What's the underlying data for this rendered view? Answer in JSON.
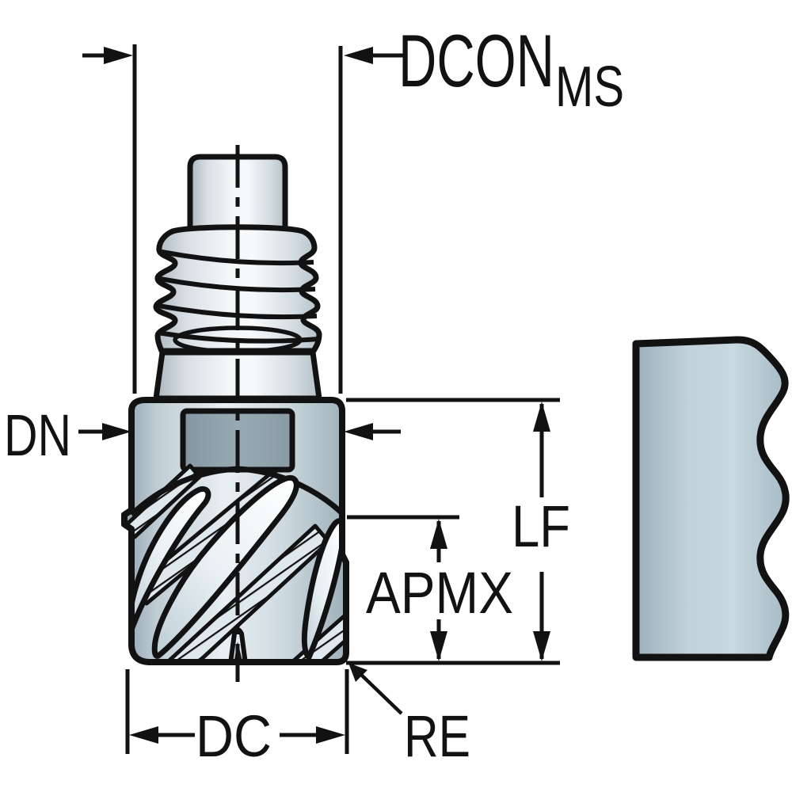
{
  "drawing": {
    "description": "Technical dimension drawing of an exchangeable-head end mill with threaded coupling, plus partial shank blank with break line",
    "labels": {
      "dcon_main": "DCON",
      "dcon_sub": "MS",
      "dn": "DN",
      "lf": "LF",
      "apmx": "APMX",
      "dc": "DC",
      "re": "RE"
    },
    "colors": {
      "background": "#ffffff",
      "ink": "#121212",
      "metal_light": "#f4f7f8",
      "metal_shadow": "#aab6be",
      "head_fill": "#c9d6dc",
      "pocket_fill": "#91a4ae",
      "blank_fill": "#c2d2da"
    }
  }
}
